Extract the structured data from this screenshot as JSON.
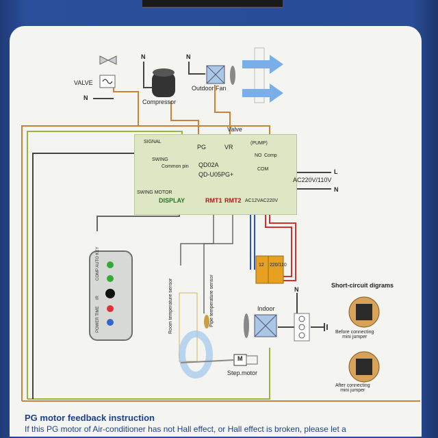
{
  "diagram": {
    "valve": "VALVE",
    "neutral": "N",
    "compressor": "Compressor",
    "outdoor_fan": "Outdoor Fan",
    "valve_wire": "Valve",
    "signal": "SIGNAL",
    "pg": "PG",
    "vr": "VR",
    "pump": "(PUMP)",
    "no": "NO",
    "comp": "Comp",
    "com": "COM",
    "common_pin": "Common pin",
    "swing": "SWING",
    "swing_motor": "SWING MOTOR",
    "model1": "QD02A",
    "model2": "QD-U05PG+",
    "line": "L",
    "neutral_right": "N",
    "supply": "AC220V/110V",
    "display": "DISPLAY",
    "rmt1": "RMT1",
    "rmt2": "RMT2",
    "ac12v": "AC12V",
    "ac220v": "AC220V",
    "transformer_low": "12",
    "transformer_high": "220/110",
    "room_sensor": "Room temperature sensor",
    "pipe_sensor": "Pipe temperature sensor",
    "indoor": "Indoor",
    "n_top": "N",
    "step_motor_m": "M",
    "step_motor": "Step.motor",
    "short_title": "Short-circuit digrams",
    "before": "Before connecting\nmini jumper",
    "after": "After connecting\nmini jumper",
    "remote_labels": [
      "COMP AUTO KEY",
      "IR",
      "POWER TIME"
    ]
  },
  "footer": {
    "title": "PG motor feedback instruction",
    "text": "If this PG motor of Air-conditioner has not Hall effect, or Hall effect  is broken, please let a"
  },
  "colors": {
    "board": "#dde7c4",
    "accent_blue": "#1d3f8f",
    "fan_blue": "#3b7fd0",
    "wire_red": "#d03030"
  }
}
